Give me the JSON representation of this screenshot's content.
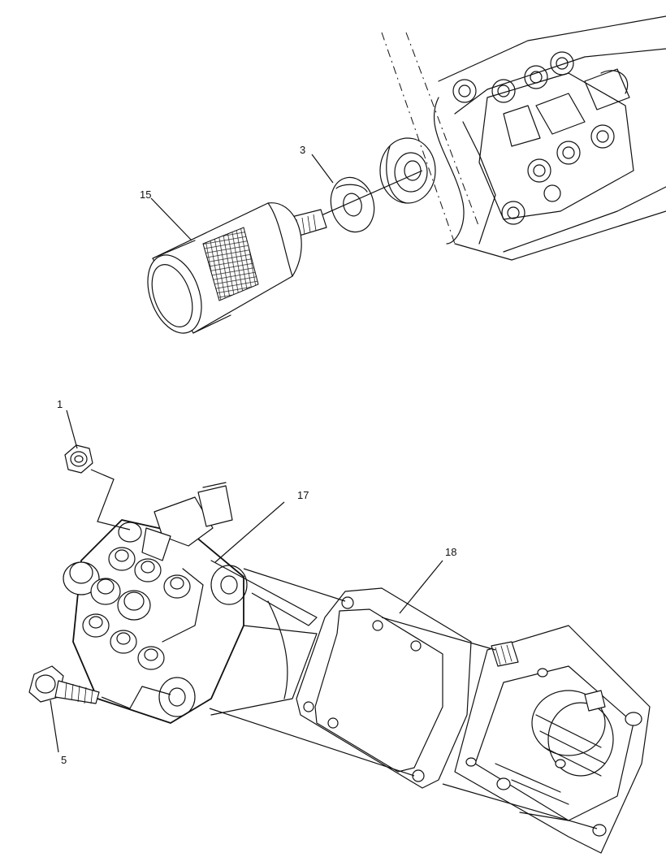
{
  "callouts": {
    "c1": "1",
    "c3": "3",
    "c5": "5",
    "c15": "15",
    "c17": "17",
    "c18": "18"
  },
  "colors": {
    "line": "#111111",
    "background": "#ffffff"
  }
}
